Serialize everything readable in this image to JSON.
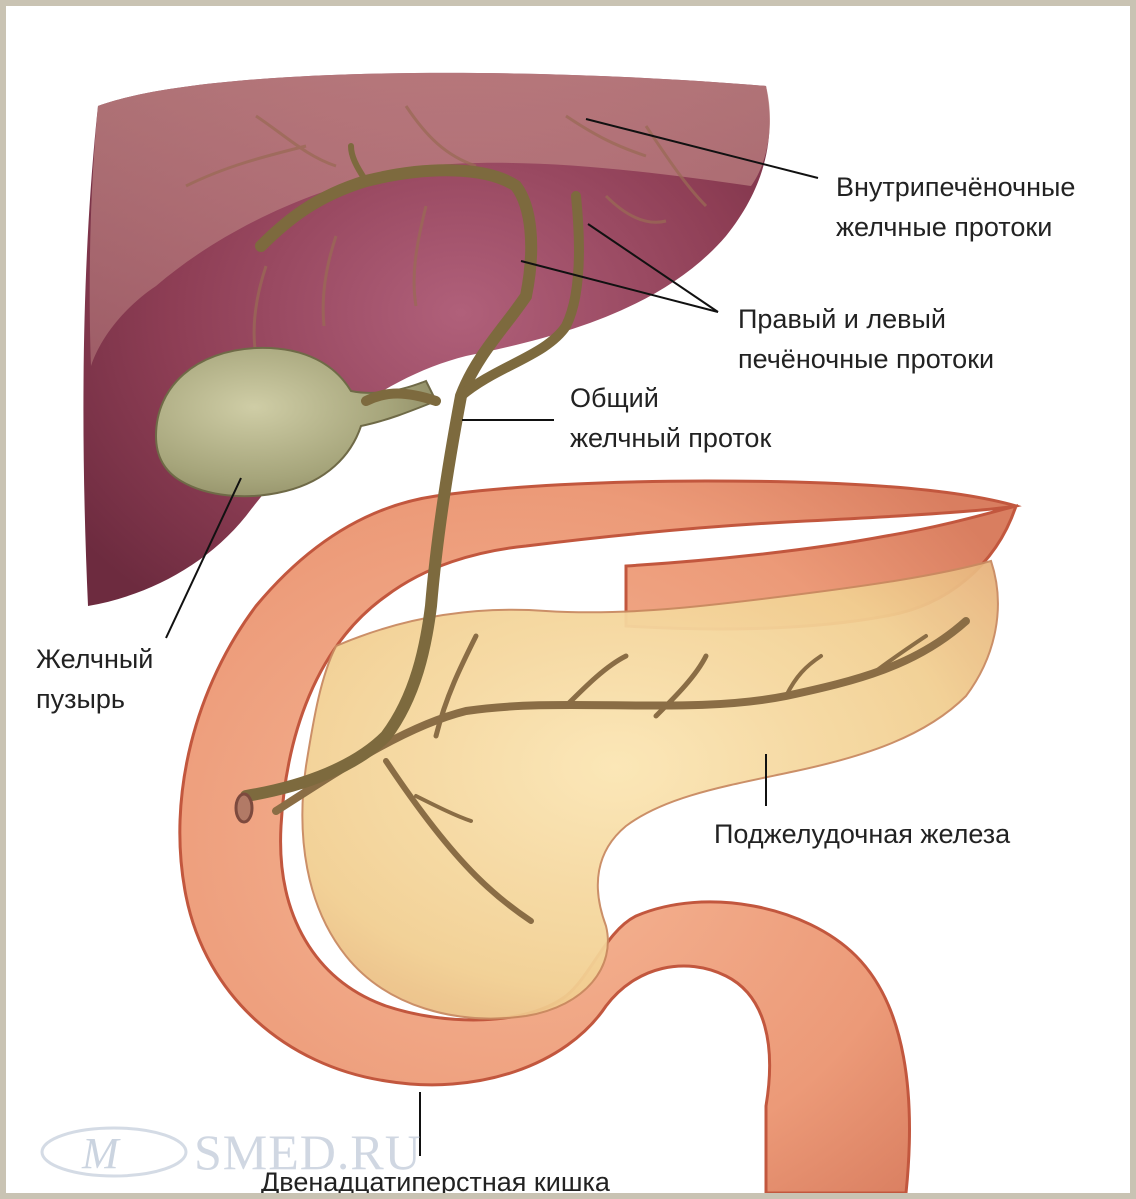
{
  "labels": {
    "intrahepatic_line1": "Внутрипечёночные",
    "intrahepatic_line2": "желчные протоки",
    "hepatic_line1": "Правый и левый",
    "hepatic_line2": "печёночные протоки",
    "common_line1": "Общий",
    "common_line2": "желчный проток",
    "gallbladder_line1": "Желчный",
    "gallbladder_line2": "пузырь",
    "pancreas": "Поджелудочная железа",
    "duodenum": "Двенадцатиперстная кишка"
  },
  "watermark": {
    "text": "SMED.RU"
  },
  "colors": {
    "liver": "#8c3d52",
    "liver_overlay": "#b06a6a",
    "duct": "#7d6a3e",
    "gallbladder": "#a4a37a",
    "duodenum": "#eb9a76",
    "pancreas": "#f4d79a",
    "leader_line": "#111111"
  }
}
